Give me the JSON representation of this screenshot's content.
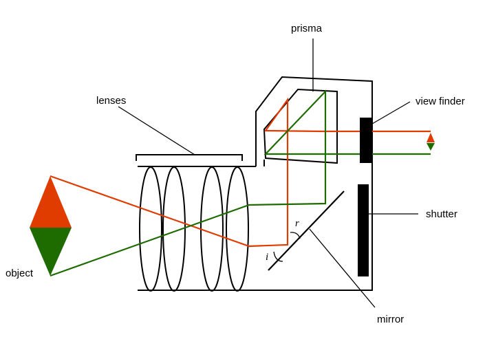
{
  "labels": {
    "prisma": "prisma",
    "lenses": "lenses",
    "view_finder": "view finder",
    "shutter": "shutter",
    "object": "object",
    "mirror": "mirror",
    "angle_reflection": "r",
    "angle_incidence": "i"
  },
  "colors": {
    "red_ray": "#e03c00",
    "green_ray": "#1e6b00",
    "outline": "#000000"
  }
}
